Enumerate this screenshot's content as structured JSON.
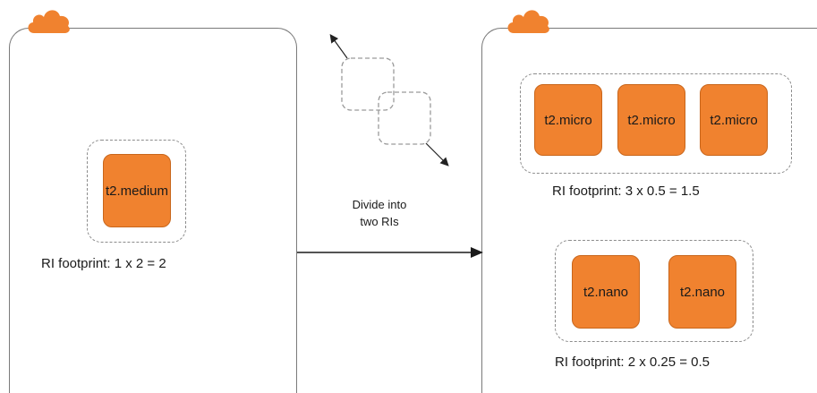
{
  "diagram": {
    "source": {
      "instance": "t2.medium",
      "footprint": "RI footprint: 1 x 2 = 2"
    },
    "action": {
      "line1": "Divide into",
      "line2": "two RIs"
    },
    "target": {
      "micro_instances": [
        "t2.micro",
        "t2.micro",
        "t2.micro"
      ],
      "micro_footprint": "RI footprint: 3 x 0.5 = 1.5",
      "nano_instances": [
        "t2.nano",
        "t2.nano"
      ],
      "nano_footprint": "RI footprint: 2 x 0.25 = 0.5"
    }
  },
  "colors": {
    "instance": "#f0822f",
    "cloud": "#f0822f",
    "border": "#7a7a7a",
    "dashed": "#8c8c8c"
  },
  "icons": {
    "cloud": "cloud-icon",
    "split": "split-resize-icon"
  }
}
